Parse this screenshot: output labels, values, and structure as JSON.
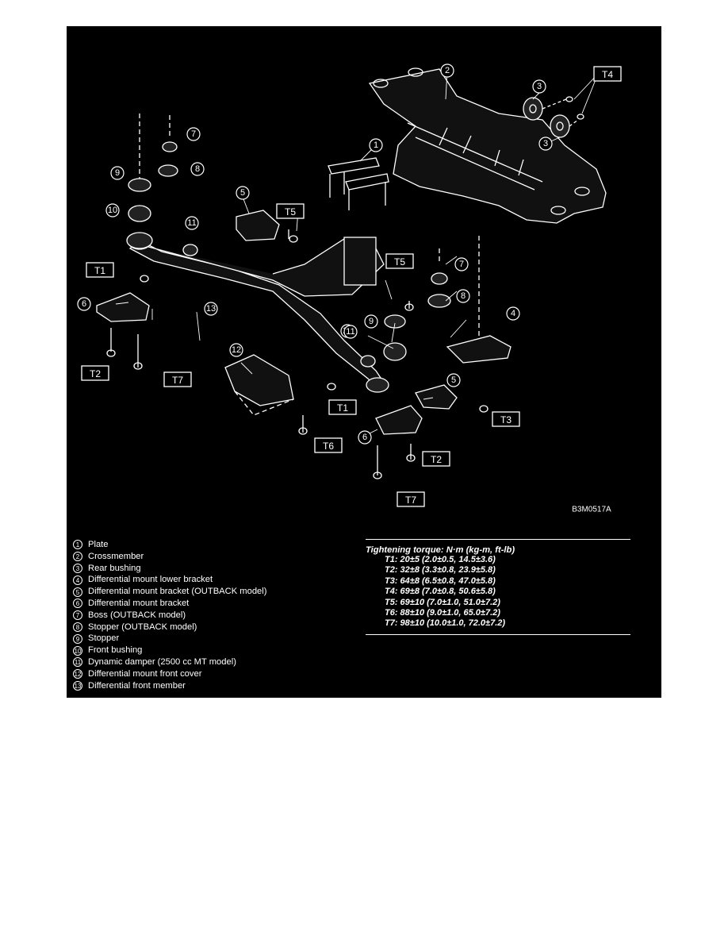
{
  "diagram": {
    "figure_code": "B3M0517A",
    "callouts": [
      "1",
      "2",
      "3",
      "3",
      "4",
      "5",
      "5",
      "6",
      "6",
      "7",
      "7",
      "8",
      "8",
      "9",
      "9",
      "10",
      "10",
      "11",
      "11",
      "12",
      "13"
    ],
    "torque_tags": [
      "T1",
      "T1",
      "T2",
      "T2",
      "T3",
      "T4",
      "T5",
      "T5",
      "T6",
      "T7",
      "T7"
    ]
  },
  "legend": [
    {
      "num": "1",
      "text": "Plate"
    },
    {
      "num": "2",
      "text": "Crossmember"
    },
    {
      "num": "3",
      "text": "Rear bushing"
    },
    {
      "num": "4",
      "text": "Differential mount lower bracket"
    },
    {
      "num": "5",
      "text": "Differential mount bracket (OUTBACK model)"
    },
    {
      "num": "6",
      "text": "Differential mount bracket"
    },
    {
      "num": "7",
      "text": "Boss (OUTBACK model)"
    },
    {
      "num": "8",
      "text": "Stopper (OUTBACK model)"
    },
    {
      "num": "9",
      "text": "Stopper"
    },
    {
      "num": "10",
      "text": "Front bushing"
    },
    {
      "num": "11",
      "text": "Dynamic damper (2500 cc MT model)"
    },
    {
      "num": "12",
      "text": "Differential mount front cover"
    },
    {
      "num": "13",
      "text": "Differential front member"
    }
  ],
  "torque": {
    "title": "Tightening torque: N·m (kg-m, ft-lb)",
    "rows": [
      "T1: 20±5 (2.0±0.5, 14.5±3.6)",
      "T2: 32±8 (3.3±0.8, 23.9±5.8)",
      "T3: 64±8 (6.5±0.8, 47.0±5.8)",
      "T4: 69±8 (7.0±0.8, 50.6±5.8)",
      "T5: 69±10 (7.0±1.0, 51.0±7.2)",
      "T6: 88±10 (9.0±1.0, 65.0±7.2)",
      "T7: 98±10 (10.0±1.0, 72.0±7.2)"
    ]
  }
}
